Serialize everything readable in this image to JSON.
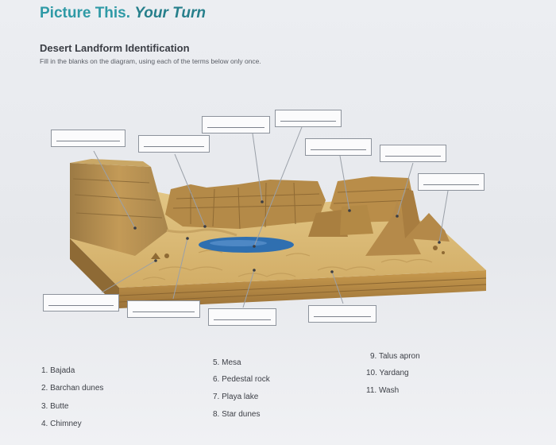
{
  "header": {
    "title_part1": "Picture This.",
    "title_part2": "Your Turn"
  },
  "activity": {
    "title": "Desert Landform Identification",
    "instructions": "Fill in the blanks on the diagram, using each of the terms below only once."
  },
  "terms": [
    {
      "number": "1.",
      "label": "Bajada"
    },
    {
      "number": "2.",
      "label": "Barchan dunes"
    },
    {
      "number": "3.",
      "label": "Butte"
    },
    {
      "number": "4.",
      "label": "Chimney"
    },
    {
      "number": "5.",
      "label": "Mesa"
    },
    {
      "number": "6.",
      "label": "Pedestal rock"
    },
    {
      "number": "7.",
      "label": "Playa lake"
    },
    {
      "number": "8.",
      "label": "Star dunes"
    },
    {
      "number": "9.",
      "label": "Talus apron"
    },
    {
      "number": "10.",
      "label": "Yardang"
    },
    {
      "number": "11.",
      "label": "Wash"
    }
  ],
  "colors": {
    "heading": "#2f9aa6",
    "sand": "#d9b874",
    "rock": "#b8904f",
    "water": "#2f6fb0"
  }
}
